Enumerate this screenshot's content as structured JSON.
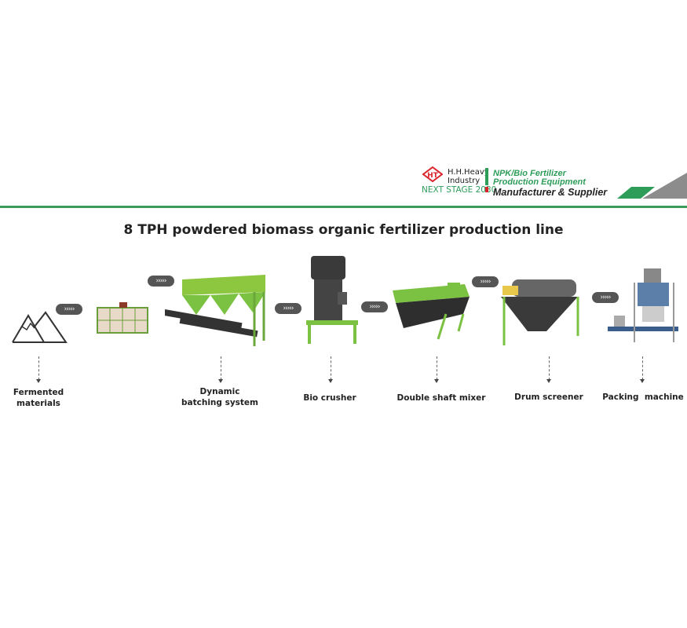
{
  "header": {
    "company_line1": "H.H.Heavy",
    "company_line2": "Industry",
    "slogan": "NEXT STAGE 2030",
    "tagline1": "NPK/Bio Fertilizer",
    "tagline2": "Production Equipment",
    "tagline3": "Manufacturer & Supplier",
    "logo_text": "HT"
  },
  "title": "8 TPH powdered biomass organic fertilizer production line",
  "arrow_glyph": "›››››",
  "steps": [
    {
      "label_line1": "Fermented",
      "label_line2": "materials"
    },
    {
      "label_line1": "Dynamic",
      "label_line2": "batching system"
    },
    {
      "label_line1": "Bio crusher"
    },
    {
      "label_line1": "Double shaft mixer"
    },
    {
      "label_line1": "Drum screener"
    },
    {
      "label_line1": "Packing  machine"
    }
  ],
  "colors": {
    "green": "#3a9a5c",
    "machine_green": "#7cc242",
    "dark": "#2b2b2b",
    "red": "#d9242b"
  }
}
